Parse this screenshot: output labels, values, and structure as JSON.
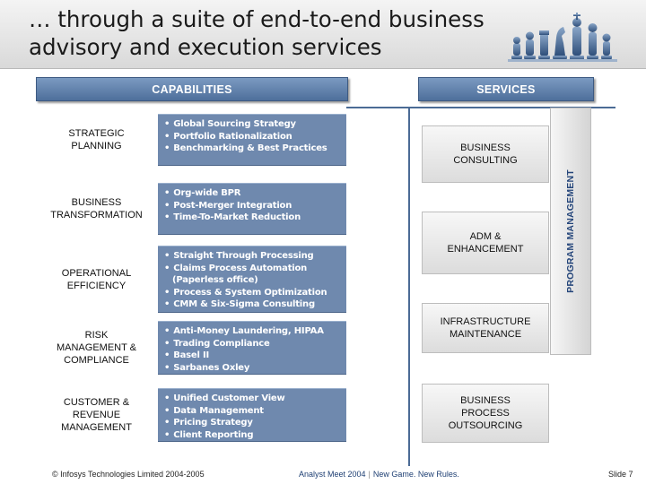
{
  "title": "… through a suite of end-to-end business\nadvisory and execution services",
  "capabilities_header": "CAPABILITIES",
  "services_header": "SERVICES",
  "rows": [
    {
      "name": "STRATEGIC\nPLANNING",
      "items": [
        "Global Sourcing Strategy",
        "Portfolio Rationalization",
        "Benchmarking & Best Practices"
      ]
    },
    {
      "name": "BUSINESS\nTRANSFORMATION",
      "items": [
        "Org-wide BPR",
        "Post-Merger Integration",
        "Time-To-Market Reduction"
      ]
    },
    {
      "name": "OPERATIONAL\nEFFICIENCY",
      "items": [
        "Straight Through Processing",
        "Claims Process Automation\n(Paperless office)",
        "Process & System Optimization",
        "CMM & Six-Sigma Consulting"
      ]
    },
    {
      "name": "RISK\nMANAGEMENT &\nCOMPLIANCE",
      "items": [
        "Anti-Money Laundering, HIPAA",
        "Trading Compliance",
        "Basel II",
        "Sarbanes Oxley"
      ]
    },
    {
      "name": "CUSTOMER &\nREVENUE\nMANAGEMENT",
      "items": [
        "Unified Customer View",
        "Data Management",
        "Pricing Strategy",
        "Client Reporting"
      ]
    }
  ],
  "services": [
    "BUSINESS\nCONSULTING",
    "ADM &\nENHANCEMENT",
    "INFRASTRUCTURE\nMAINTENANCE",
    "BUSINESS\nPROCESS\nOUTSOURCING"
  ],
  "program_management": "PROGRAM MANAGEMENT",
  "footer": {
    "copyright": "© Infosys Technologies Limited 2004-2005",
    "event": "Analyst Meet 2004",
    "tagline": "New Game. New Rules.",
    "slide": "Slide 7"
  },
  "colors": {
    "header_blue": "#5a7ba8",
    "capability_box": "#6f89ae",
    "service_box": "#e8e8e8",
    "program_management_text": "#24457a"
  },
  "icons": [
    "chess-pieces-image"
  ]
}
